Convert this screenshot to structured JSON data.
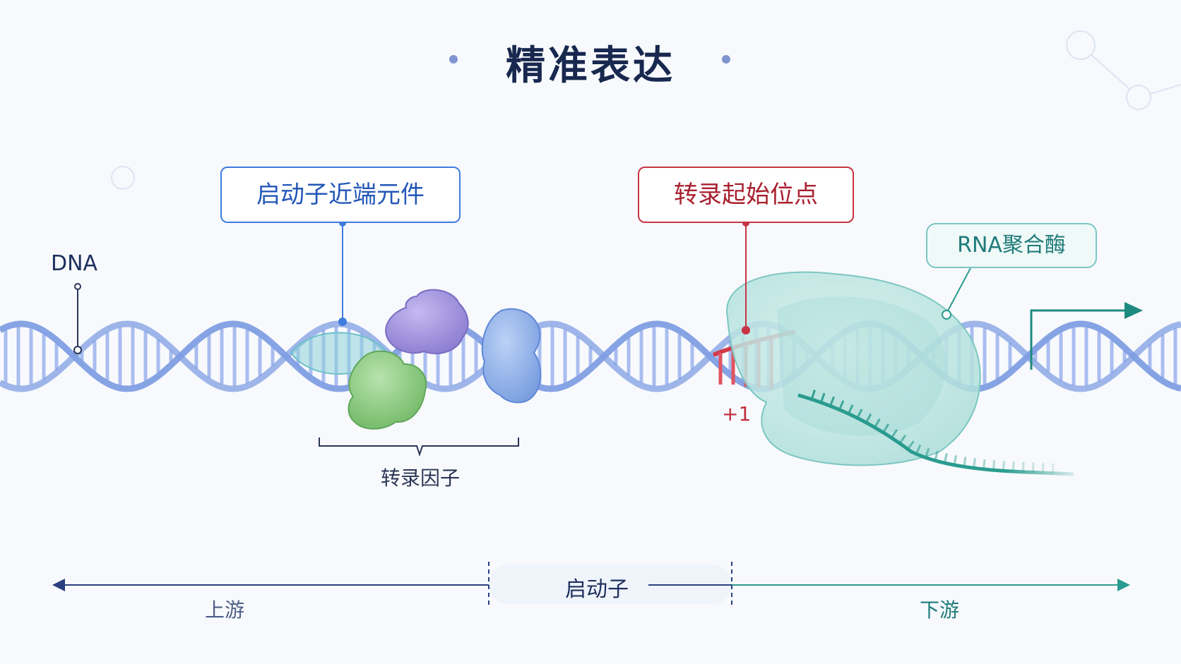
{
  "title": "精准表达",
  "labels": {
    "dna": "DNA",
    "promoter_proximal_element": "启动子近端元件",
    "transcription_start_site": "转录起始位点",
    "rna_polymerase": "RNA聚合酶",
    "transcription_factors": "转录因子",
    "plus_one": "+1",
    "promoter": "启动子",
    "upstream": "上游",
    "downstream": "下游"
  },
  "colors": {
    "title": "#18284f",
    "dna_strand": "#7f9ee3",
    "dna_rung": "#a9bdf0",
    "promoter_element": "#8fd3d8",
    "start_site": "#d23a48",
    "polymerase": "#bfe8e4",
    "rna": "#2a9c8f",
    "factor_purple": "#9c8fdc",
    "factor_green": "#8fcf83",
    "factor_blue": "#8fb2ea",
    "upstream_axis": "#2a3f7e",
    "downstream_axis": "#2a9c8f"
  },
  "icons": [
    "transcription-arrow-icon",
    "network-decoration-icon"
  ]
}
